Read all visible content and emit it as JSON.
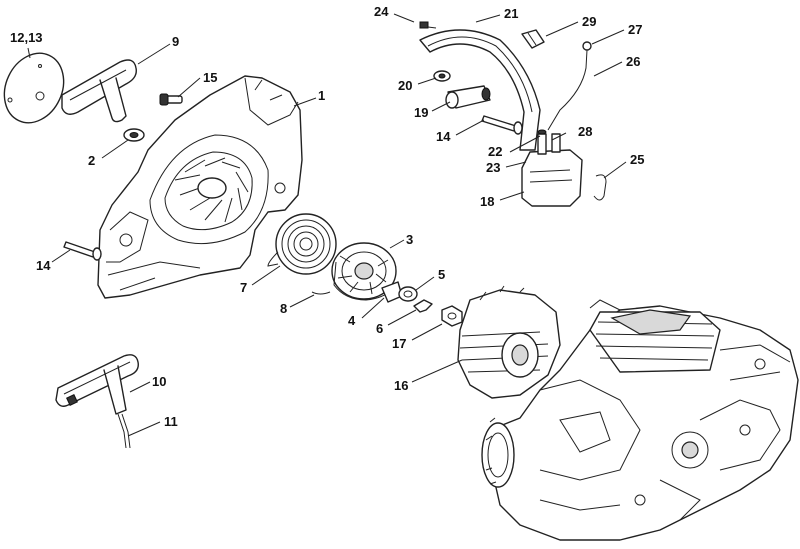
{
  "callouts": [
    {
      "id": "c-12-13",
      "label": "12,13"
    },
    {
      "id": "c-9",
      "label": "9"
    },
    {
      "id": "c-15",
      "label": "15"
    },
    {
      "id": "c-1",
      "label": "1"
    },
    {
      "id": "c-2",
      "label": "2"
    },
    {
      "id": "c-14a",
      "label": "14"
    },
    {
      "id": "c-7",
      "label": "7"
    },
    {
      "id": "c-8",
      "label": "8"
    },
    {
      "id": "c-3",
      "label": "3"
    },
    {
      "id": "c-5",
      "label": "5"
    },
    {
      "id": "c-4",
      "label": "4"
    },
    {
      "id": "c-6",
      "label": "6"
    },
    {
      "id": "c-17",
      "label": "17"
    },
    {
      "id": "c-16",
      "label": "16"
    },
    {
      "id": "c-10",
      "label": "10"
    },
    {
      "id": "c-11",
      "label": "11"
    },
    {
      "id": "c-24",
      "label": "24"
    },
    {
      "id": "c-21",
      "label": "21"
    },
    {
      "id": "c-29",
      "label": "29"
    },
    {
      "id": "c-27",
      "label": "27"
    },
    {
      "id": "c-26",
      "label": "26"
    },
    {
      "id": "c-20",
      "label": "20"
    },
    {
      "id": "c-19",
      "label": "19"
    },
    {
      "id": "c-14b",
      "label": "14"
    },
    {
      "id": "c-22",
      "label": "22"
    },
    {
      "id": "c-28",
      "label": "28"
    },
    {
      "id": "c-23",
      "label": "23"
    },
    {
      "id": "c-25",
      "label": "25"
    },
    {
      "id": "c-18",
      "label": "18"
    }
  ]
}
